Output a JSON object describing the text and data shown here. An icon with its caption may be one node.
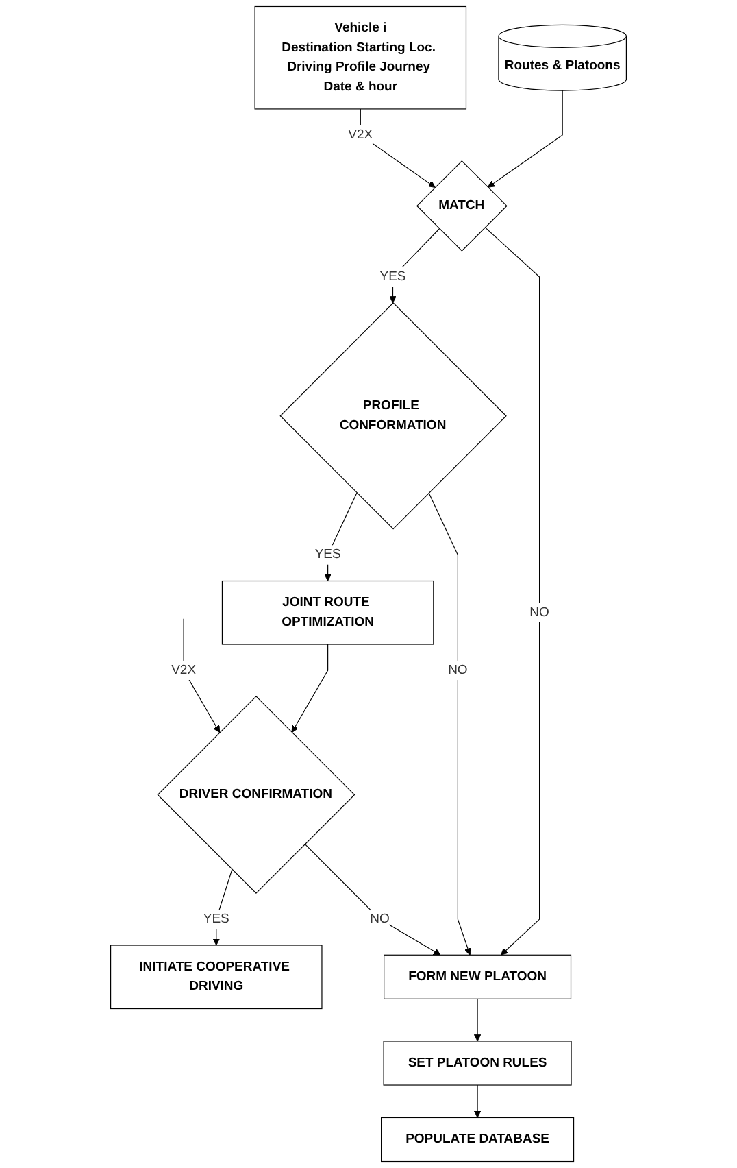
{
  "diagram": {
    "nodes": [
      {
        "text": [
          "Routes & Platoons"
        ]
      },
      {
        "text": [
          "Vehicle i",
          "Destination Starting Loc. Driving Profile Journey Date & hour"
        ]
      },
      {
        "text": [
          "MATCH"
        ]
      },
      {
        "text": [
          "PROFILE CONFORMATION"
        ]
      },
      {
        "text": [
          "JOINT ROUTE OPTIMIZATION"
        ]
      },
      {
        "text": [
          "DRIVER CONFIRMATION"
        ]
      },
      {
        "text": [
          "INITIATE COOPERATIVE DRIVING"
        ]
      },
      {
        "text": [
          "FORM NEW PLATOON"
        ]
      },
      {
        "text": [
          "SET PLATOON RULES"
        ]
      },
      {
        "text": [
          "POPULATE DATABASE"
        ]
      }
    ],
    "edges": [
      {
        "from": 0,
        "to": 2,
        "arrow": "to"
      },
      {
        "from": 1,
        "to": 2,
        "arrow": "to",
        "label": "V2X"
      },
      {
        "from": 2,
        "to": 7,
        "arrow": "to",
        "label": "NO"
      },
      {
        "from": 2,
        "to": 3,
        "arrow": "to",
        "label": "YES"
      },
      {
        "from": 3,
        "to": 7,
        "arrow": "to",
        "label": "NO"
      },
      {
        "from": 3,
        "to": 4,
        "arrow": "to",
        "label": "YES"
      },
      {
        "from": 4,
        "to": 5,
        "arrow": "to"
      },
      {
        "from": null,
        "to": 5,
        "arrow": "to",
        "label": "V2X"
      },
      {
        "from": 5,
        "to": 7,
        "arrow": "to",
        "label": "NO"
      },
      {
        "from": 5,
        "to": 6,
        "arrow": "to",
        "label": "YES"
      },
      {
        "from": 7,
        "to": 8,
        "arrow": "to"
      },
      {
        "from": 8,
        "to": 9,
        "arrow": "to"
      }
    ]
  }
}
